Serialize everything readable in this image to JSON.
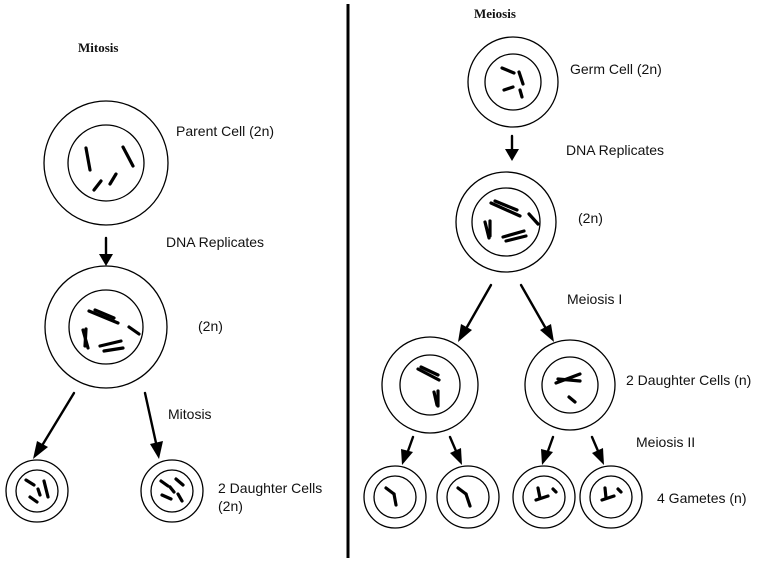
{
  "mitosis": {
    "title": "Mitosis",
    "parent_label": "Parent Cell  (2n)",
    "replicates_label": "DNA Replicates",
    "replicated_ploidy": "(2n)",
    "division_label": "Mitosis",
    "daughter_label_line1": "2 Daughter Cells",
    "daughter_label_line2": "(2n)"
  },
  "meiosis": {
    "title": "Meiosis",
    "germ_label": "Germ Cell (2n)",
    "replicates_label": "DNA Replicates",
    "replicated_ploidy": "(2n)",
    "meiosis1_label": "Meiosis I",
    "daughter_label": "2 Daughter Cells (n)",
    "meiosis2_label": "Meiosis II",
    "gametes_label": "4 Gametes (n)"
  }
}
